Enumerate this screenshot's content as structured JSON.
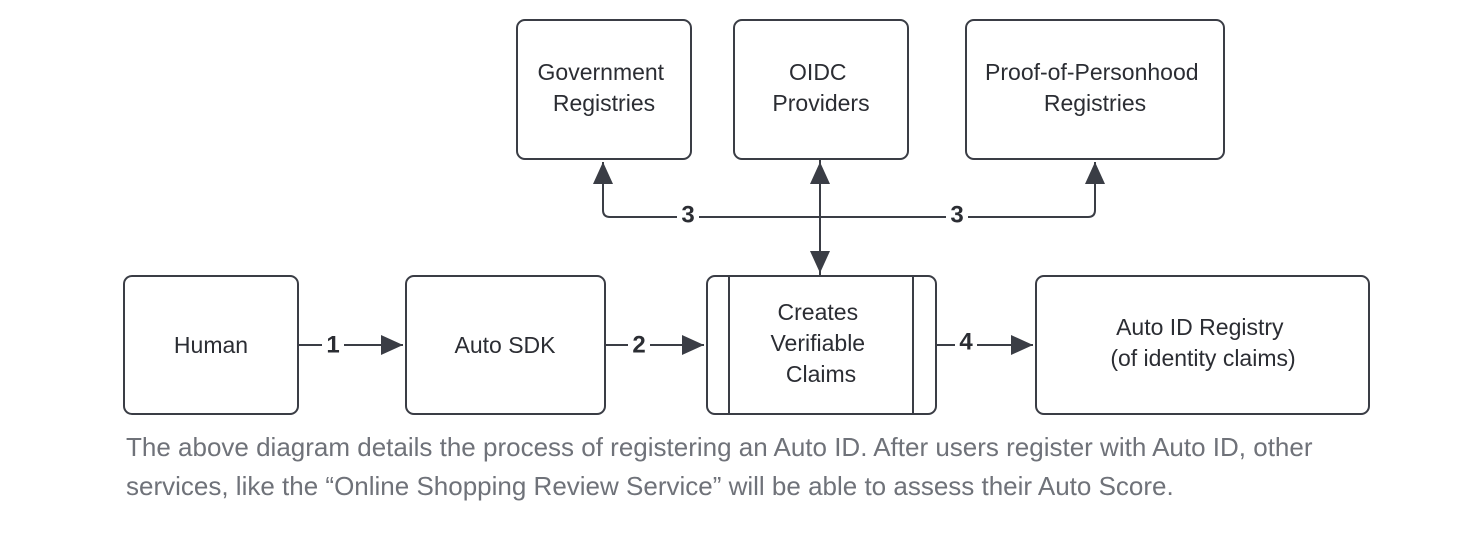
{
  "diagram": {
    "nodes": {
      "human": {
        "lines": [
          "Human"
        ]
      },
      "auto_sdk": {
        "lines": [
          "Auto SDK"
        ]
      },
      "claims": {
        "lines": [
          "Creates",
          "Verifiable",
          "Claims"
        ]
      },
      "registry": {
        "lines": [
          "Auto ID Registry",
          "(of identity claims)"
        ]
      },
      "gov": {
        "lines": [
          "Government",
          "Registries"
        ]
      },
      "oidc": {
        "lines": [
          "OIDC",
          "Providers"
        ]
      },
      "pop": {
        "lines": [
          "Proof-of-Personhood",
          "Registries"
        ]
      }
    },
    "steps": {
      "s1": "1",
      "s2": "2",
      "s3_left": "3",
      "s3_right": "3",
      "s4": "4"
    },
    "colors": {
      "stroke": "#3a3d45",
      "text": "#2b2d33",
      "caption": "#6f7279"
    }
  },
  "caption": {
    "text": "The above diagram details the process of registering an Auto ID. After users register with Auto ID, other services, like the “Online Shopping Review Service” will be able to assess their Auto Score."
  }
}
